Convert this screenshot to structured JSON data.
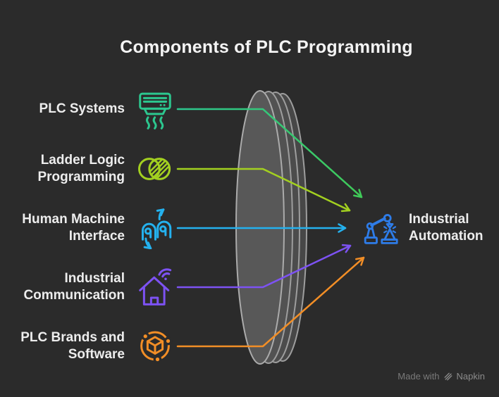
{
  "title": "Components of PLC Programming",
  "colors": {
    "background": "#2b2b2b",
    "title_text": "#f4f4f4",
    "label_text": "#ededed",
    "lens_stroke": "#9e9e9e",
    "lens_stroke_front": "#ababab",
    "lens_fill_back": "#474747",
    "lens_fill_mid2": "#4c4c4c",
    "lens_fill_mid": "#525252",
    "lens_fill_front": "#585858",
    "footer_text": "#7a7a7a",
    "napkin_logo": "#8f8f8f"
  },
  "items": [
    {
      "lines": [
        "PLC Systems"
      ],
      "icon": "air-conditioner-icon",
      "color": "#2cc78f",
      "color_end": "#40ca58"
    },
    {
      "lines": [
        "Ladder Logic",
        "Programming"
      ],
      "icon": "venn-circles-icon",
      "color": "#a3d020"
    },
    {
      "lines": [
        "Human Machine",
        "Interface"
      ],
      "icon": "touch-gesture-icon",
      "color": "#24b1ee"
    },
    {
      "lines": [
        "Industrial",
        "Communication"
      ],
      "icon": "smart-home-icon",
      "color": "#7d52f3"
    },
    {
      "lines": [
        "PLC Brands and",
        "Software"
      ],
      "icon": "cube-network-icon",
      "color": "#f28e26"
    }
  ],
  "target": {
    "lines": [
      "Industrial",
      "Automation"
    ],
    "icon": "robot-arm-icon",
    "color": "#2e7ce8"
  },
  "footer": {
    "made_with": "Made with",
    "brand": "Napkin"
  }
}
